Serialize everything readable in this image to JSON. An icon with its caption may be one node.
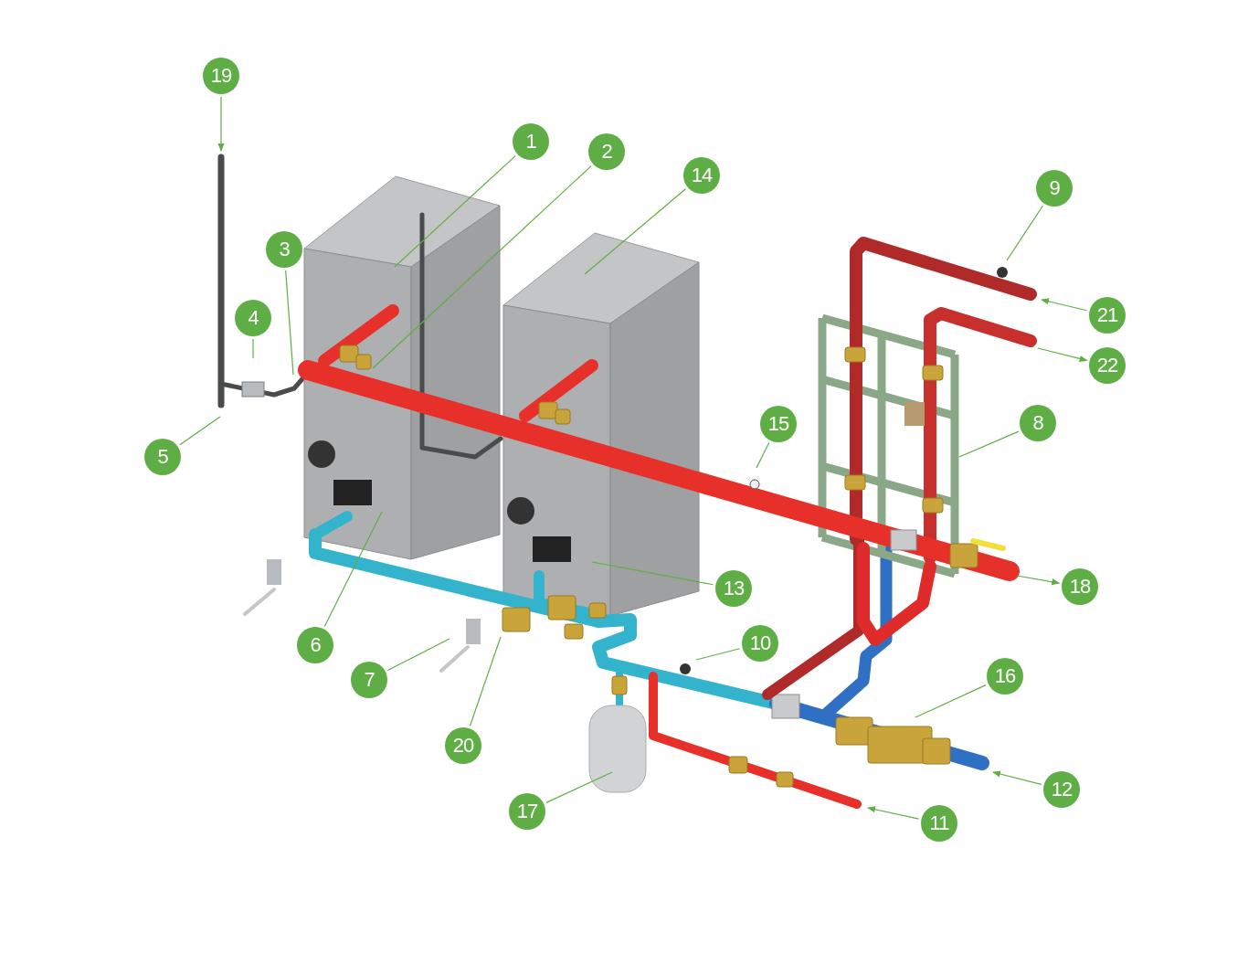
{
  "diagram": {
    "nodes": [
      {
        "text": [
          "1"
        ]
      },
      {
        "text": [
          "2"
        ]
      },
      {
        "text": [
          "3"
        ]
      },
      {
        "text": [
          "4"
        ]
      },
      {
        "text": [
          "5"
        ]
      },
      {
        "text": [
          "6"
        ]
      },
      {
        "text": [
          "7"
        ]
      },
      {
        "text": [
          "8"
        ]
      },
      {
        "text": [
          "9"
        ]
      },
      {
        "text": [
          "10"
        ]
      },
      {
        "text": [
          "11"
        ]
      },
      {
        "text": [
          "12"
        ]
      },
      {
        "text": [
          "13"
        ]
      },
      {
        "text": [
          "14"
        ]
      },
      {
        "text": [
          "15"
        ]
      },
      {
        "text": [
          "16"
        ]
      },
      {
        "text": [
          "17"
        ]
      },
      {
        "text": [
          "18"
        ]
      },
      {
        "text": [
          "19"
        ]
      },
      {
        "text": [
          "20"
        ]
      },
      {
        "text": [
          "21"
        ]
      },
      {
        "text": [
          "22"
        ]
      }
    ],
    "edges": [
      {
        "from": 0,
        "to": null,
        "arrow": "none"
      },
      {
        "from": 1,
        "to": null,
        "arrow": "none"
      },
      {
        "from": 2,
        "to": null,
        "arrow": "none"
      },
      {
        "from": 3,
        "to": null,
        "arrow": "none"
      },
      {
        "from": 4,
        "to": null,
        "arrow": "none"
      },
      {
        "from": 5,
        "to": null,
        "arrow": "none"
      },
      {
        "from": 6,
        "to": null,
        "arrow": "none"
      },
      {
        "from": 7,
        "to": null,
        "arrow": "none"
      },
      {
        "from": 8,
        "to": null,
        "arrow": "none"
      },
      {
        "from": 9,
        "to": null,
        "arrow": "none"
      },
      {
        "from": 10,
        "to": null,
        "arrow": "to"
      },
      {
        "from": 11,
        "to": null,
        "arrow": "to"
      },
      {
        "from": 12,
        "to": null,
        "arrow": "none"
      },
      {
        "from": 13,
        "to": null,
        "arrow": "none"
      },
      {
        "from": 14,
        "to": null,
        "arrow": "none"
      },
      {
        "from": 15,
        "to": null,
        "arrow": "none"
      },
      {
        "from": 16,
        "to": null,
        "arrow": "none"
      },
      {
        "from": null,
        "to": 17,
        "arrow": "to"
      },
      {
        "from": 18,
        "to": null,
        "arrow": "to"
      },
      {
        "from": 19,
        "to": null,
        "arrow": "none"
      },
      {
        "from": 20,
        "to": null,
        "arrow": "to"
      },
      {
        "from": null,
        "to": 21,
        "arrow": "to"
      }
    ]
  }
}
